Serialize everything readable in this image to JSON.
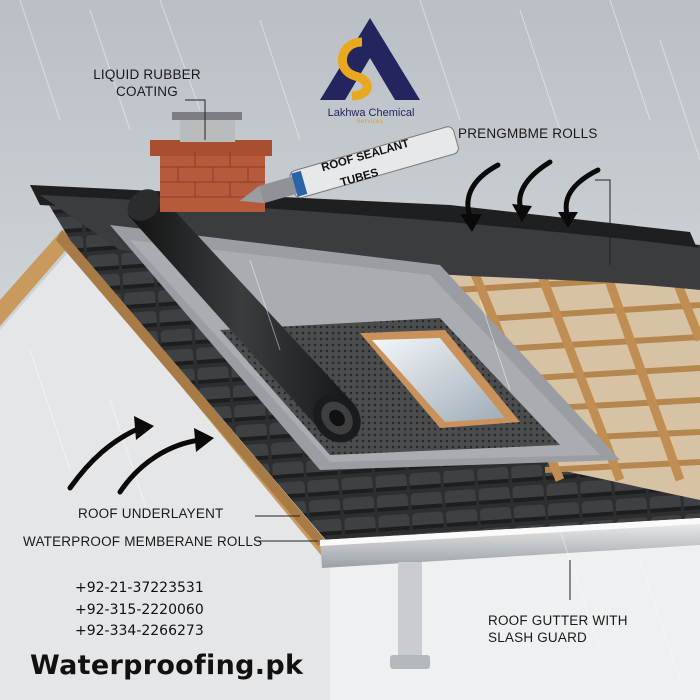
{
  "brand": {
    "name": "Lakhwa Chemical",
    "tagline": "Services",
    "colors": {
      "navy": "#23255e",
      "gold": "#e8a91e"
    }
  },
  "labels": {
    "liquid_rubber_line1": "LIQUID RUBBER",
    "liquid_rubber_line2": "COATING",
    "roof_sealant": "ROOF SEALANT",
    "tubes": "TUBES",
    "prengmbme_rolls": "PRENGMBME ROLLS",
    "roof_underlayent": "ROOF UNDERLAYENT",
    "waterproof_membrane_rolls": "WATERPROOF MEMBERANE ROLLS",
    "gutter_line1": "ROOF GUTTER WITH",
    "gutter_line2": "SLASH GUARD"
  },
  "contact": {
    "phones": [
      "+92-21-37223531",
      "+92-315-2220060",
      "+92-334-2266273"
    ],
    "website": "Waterproofing.pk"
  },
  "colors": {
    "sky": "#c9ced3",
    "roof_dark": "#2b2d2f",
    "membrane": "#8e9296",
    "brick": "#b65a3c",
    "wood": "#c89a5e",
    "gutter": "#d9dcdf",
    "wall": "#e4e6e8"
  }
}
